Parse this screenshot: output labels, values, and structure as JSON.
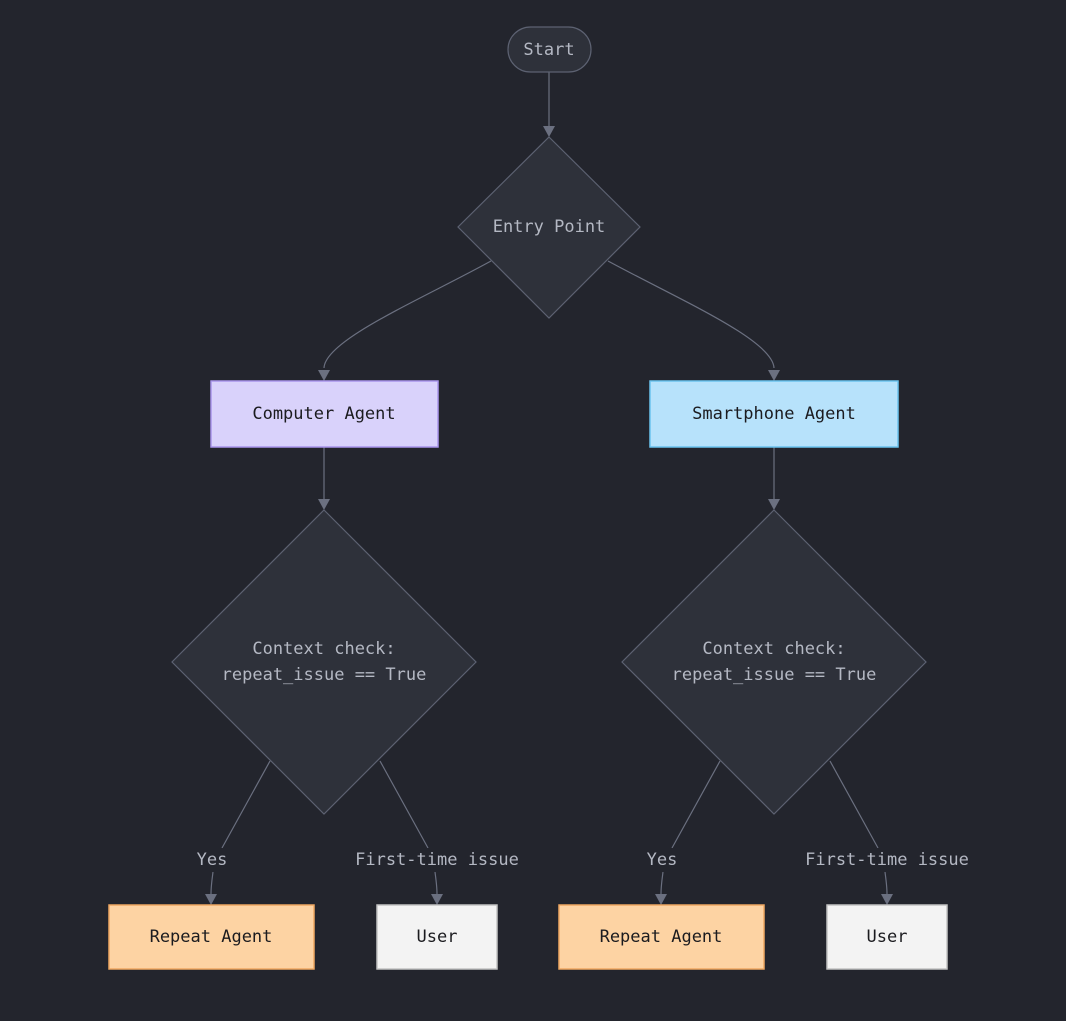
{
  "nodes": {
    "start": "Start",
    "entry_point": "Entry Point",
    "computer_agent": "Computer Agent",
    "smartphone_agent": "Smartphone Agent",
    "context_check_left": [
      "Context check:",
      "repeat_issue == True"
    ],
    "context_check_right": [
      "Context check:",
      "repeat_issue == True"
    ],
    "repeat_agent_left": "Repeat Agent",
    "user_left": "User",
    "repeat_agent_right": "Repeat Agent",
    "user_right": "User"
  },
  "edge_labels": {
    "yes_left": "Yes",
    "first_time_left": "First-time issue",
    "yes_right": "Yes",
    "first_time_right": "First-time issue"
  },
  "colors": {
    "background": "#23252d",
    "dark_node_fill": "#2e313a",
    "dark_node_stroke": "#5d6272",
    "computer_agent_fill": "#d9d2fb",
    "computer_agent_stroke": "#a995ec",
    "smartphone_agent_fill": "#b7e2fb",
    "smartphone_agent_stroke": "#6bc3ef",
    "repeat_agent_fill": "#fdd3a3",
    "repeat_agent_stroke": "#f0a862",
    "user_fill": "#f3f3f3",
    "user_stroke": "#c3c3c3",
    "edge": "#6b7080"
  }
}
